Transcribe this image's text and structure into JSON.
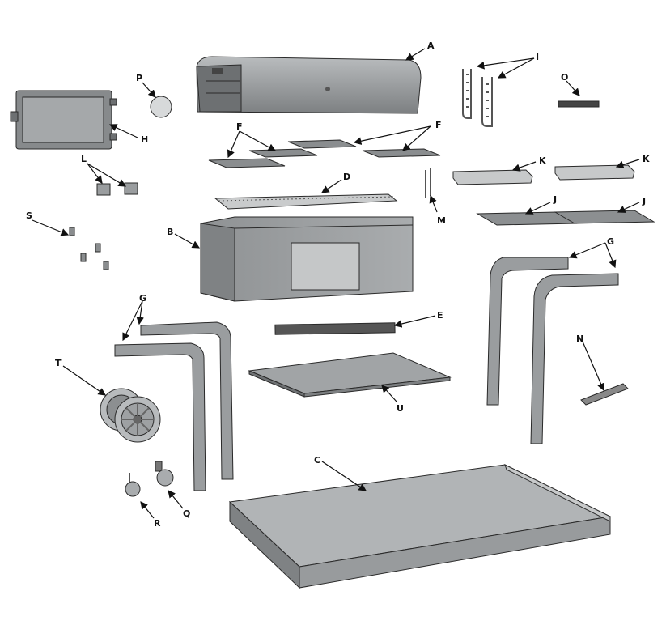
{
  "labels": {
    "A": "A",
    "B": "B",
    "C": "C",
    "D": "D",
    "E": "E",
    "F1": "F",
    "F2": "F",
    "G1": "G",
    "G2": "G",
    "H": "H",
    "I": "I",
    "J1": "J",
    "J2": "J",
    "K1": "K",
    "K2": "K",
    "L": "L",
    "M": "M",
    "N": "N",
    "O": "O",
    "P": "P",
    "Q": "Q",
    "R": "R",
    "S": "S",
    "T": "T",
    "U": "U"
  },
  "colors": {
    "part_fill": "#9ea1a3",
    "part_light": "#c4c6c8",
    "part_dark": "#6f7274",
    "outline": "#2a2a2a",
    "leader": "#111111"
  }
}
